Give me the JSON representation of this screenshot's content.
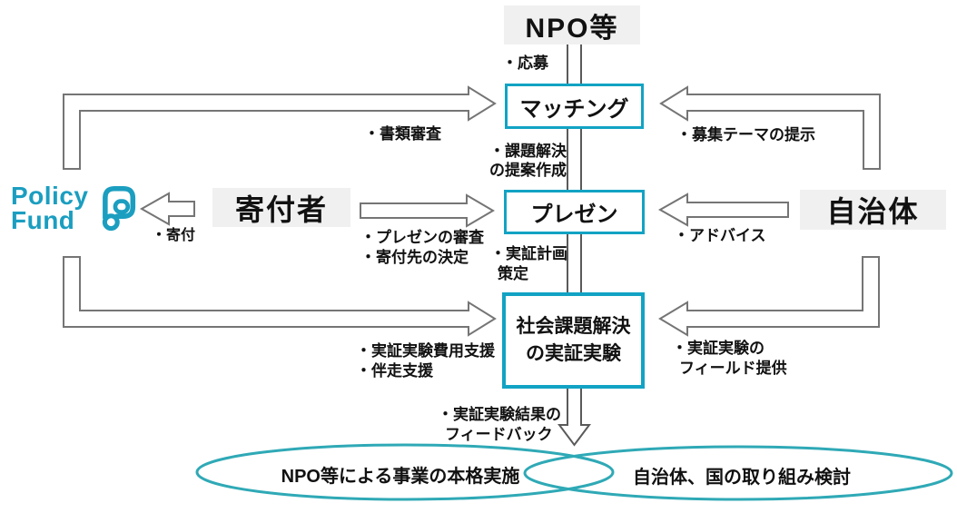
{
  "colors": {
    "step_box_border": "#12a3c4",
    "ellipse_border": "#2fa9b6",
    "logo_teal": "#1b9ec0",
    "actor_label_bg": "#f0f0f0",
    "arrow_outline": "#757575",
    "text": "#111111"
  },
  "logo": {
    "word1": "Policy",
    "word2": "Fund"
  },
  "actors": {
    "npo": {
      "label": "NPO等"
    },
    "donor": {
      "label": "寄付者"
    },
    "government": {
      "label": "自治体"
    }
  },
  "steps": {
    "matching": {
      "label": "マッチング"
    },
    "presentation": {
      "label": "プレゼン"
    },
    "experiment": {
      "line1": "社会課題解決",
      "line2": "の実証実験"
    }
  },
  "annotations": {
    "apply": "・応募",
    "document_screening": "・書類審査",
    "proposal_line1": "・課題解決",
    "proposal_line2": "の提案作成",
    "recruit_theme": "・募集テーマの提示",
    "donation": "・寄付",
    "presentation_review": "・プレゼンの審査",
    "donee_decision": "・寄付先の決定",
    "plan_line1": "・実証計画",
    "plan_line2": "策定",
    "advice": "・アドバイス",
    "cost_support": "・実証実験費用支援",
    "accompany_support": "・伴走支援",
    "field_line1": "・実証実験の",
    "field_line2": "フィールド提供",
    "feedback_line1": "・実証実験結果の",
    "feedback_line2": "フィードバック"
  },
  "outcomes": {
    "npo": "NPO等による事業の本格実施",
    "government": "自治体、国の取り組み検討"
  }
}
